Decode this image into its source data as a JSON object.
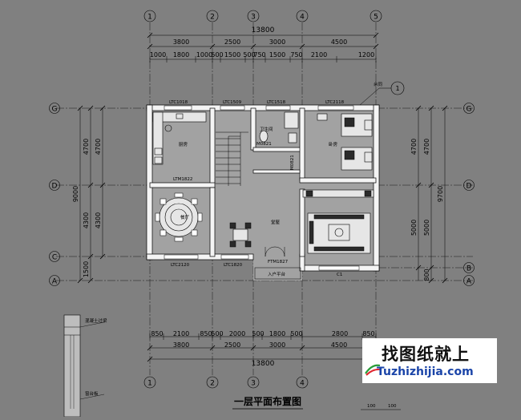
{
  "title": "一层平面布置图",
  "grid_axes": {
    "columns": [
      "1",
      "2",
      "3",
      "4",
      "5"
    ],
    "rows": [
      "G",
      "D",
      "C",
      "B",
      "A"
    ]
  },
  "dims_top": {
    "total": "13800",
    "major": [
      "3800",
      "2500",
      "3000",
      "4500"
    ],
    "minor": [
      "1000",
      "1800",
      "1000",
      "500",
      "1500",
      "500",
      "750",
      "1500",
      "750",
      "2100",
      "1200"
    ]
  },
  "dims_bottom": {
    "minor": [
      "850",
      "2100",
      "850",
      "500",
      "2000",
      "500",
      "1800",
      "500",
      "2800",
      "850"
    ],
    "major": [
      "3800",
      "2500",
      "3000",
      "4500"
    ],
    "total": "13800"
  },
  "dims_left": {
    "total": "9000",
    "major": [
      "4700",
      "4300",
      "1500"
    ],
    "minor": [
      "4700",
      "4300"
    ]
  },
  "dims_right": {
    "total": "9700",
    "major": [
      "4700",
      "5000",
      "800"
    ],
    "minor": [
      "4700",
      "5000"
    ]
  },
  "window_labels": {
    "w_kitchen": "LTC1018",
    "w_stair": "LTC1509",
    "w_bath": "LTC1518",
    "w_bed": "LTC2118",
    "w_dining": "LTC2120",
    "w_living": "LTC1820",
    "door_entry": "FTM1827",
    "door_kitchen": "LTM1822",
    "door_bath": "M0821",
    "door_bed": "M0821",
    "c1": "C1"
  },
  "room_labels": {
    "kitchen": "厨房",
    "dining": "餐厅",
    "hall": "堂屋",
    "bathroom": "卫生间",
    "bedroom": "卧房",
    "entry": "入户平台"
  },
  "detail_labels": {
    "lintel": "混凝土过梁",
    "window_sill": "窗台板",
    "callout": "余同",
    "callout_number": "1"
  },
  "bottom_dims_cut": [
    "100",
    "100"
  ],
  "logo": {
    "cn": "找图纸就上",
    "url": "Tuzhizhijia.com"
  }
}
